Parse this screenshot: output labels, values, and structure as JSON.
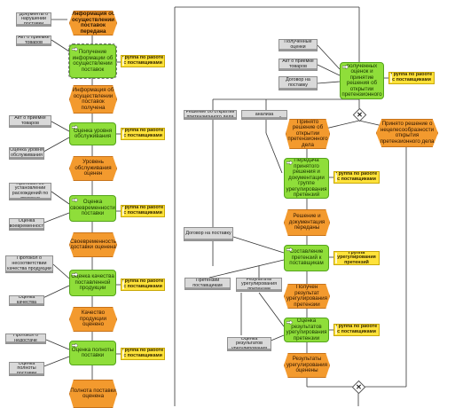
{
  "left": {
    "doc_narusheniya": "Документы о нарушении поставки",
    "ev_info_peredana": "Информация об осуществлении поставок передана",
    "doc_akt1": "Акт о приёмке товаров",
    "fn_poluchenie": "Получение информации об осуществлении поставок",
    "org1": "Группа по работе с поставщиками",
    "ev_info_poluchena": "Информация об осуществлении поставок получена",
    "doc_akt2": "Акт о приёмке товаров",
    "fn_uroven": "Оценка уровня обслуживания",
    "org2": "Группа по работе с поставщиками",
    "doc_ocenka_urovnya": "Оценка уровня обслуживания",
    "ev_uroven": "Уровень обслуживания оценен",
    "doc_protokol_rash": "Протокол об установлении расхождений по времени",
    "fn_svoevremennost": "Оценка своевременности поставки",
    "org3": "Группа по работе с поставщиками",
    "doc_ocenka_svoevr": "Оценка своевременности",
    "ev_svoevremennost": "Своевременность доставки оценена",
    "doc_protokol_kach": "Протокол о несоответствии качества продукции",
    "fn_kachestvo": "Оценка качества поставленной продукции",
    "org4": "Группа по работе с поставщиками",
    "doc_ocenka_kach": "Оценка качества",
    "ev_kachestvo": "Качество продукции оценено",
    "doc_protokol_ned": "Протокол о недостаче",
    "fn_polnota": "Оценка полноты поставки",
    "org5": "Группа по работе с поставщиками",
    "doc_ocenka_poln": "Оценка полноты поставки",
    "ev_polnota": "Полнота поставки оценена"
  },
  "right": {
    "doc_poluch_ocenki": "Полученные оценки",
    "doc_akt": "Акт о приёмке товаров",
    "doc_dogovor1": "Договор на поставку",
    "fn_analiz": "Анализ полученных оценок и принятие решения об открытии претензионного дела",
    "org_top": "Группа по работе с поставщиками",
    "doc_reshenie_otkr": "Решение об открытии претензионного дела",
    "doc_rezultaty_analiza": "Результаты анализа несоответствий",
    "ev_prinyato_otkr": "Принято решение об открытии претензионного дела",
    "ev_prinyato_necel": "Принято решение о нецелесообразности открытия претензионного дела",
    "fn_peredacha": "Передача принятого решения и документации группе урегулирования претензий",
    "org6": "Группа по работе с поставщиками",
    "ev_reshenie_peredany": "Решение и документация переданы",
    "doc_dogovor2": "Договор на поставку",
    "fn_sostavlenie": "Составление претензий к поставщикам",
    "org7": "Группа урегулирования претензий",
    "doc_pretenzii": "Претензии поставщикам",
    "doc_rezultaty_uregul": "Результаты урегулирования претензии",
    "ev_poluchen_rez": "Получен результат урегулирования претензии",
    "fn_ocenka_rez": "Оценка результатов урегулирования претензии",
    "org8": "Группа по работе с поставщиками",
    "doc_ocenka_rez": "Оценка результатов урегулирования",
    "ev_rez_oceneny": "Результаты урегулирования оценены"
  },
  "gateway_symbol": "✕"
}
